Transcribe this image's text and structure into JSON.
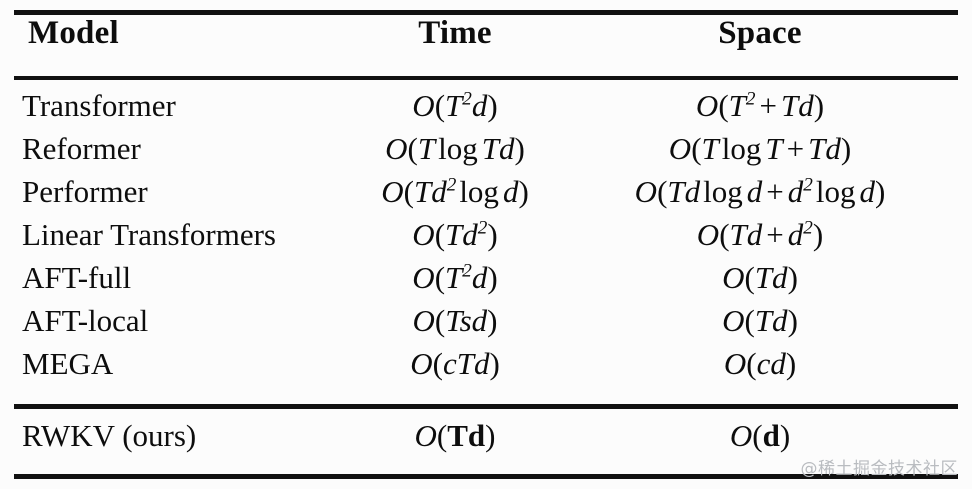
{
  "table": {
    "headers": {
      "model": "Model",
      "time": "Time",
      "space": "Space"
    },
    "rows": [
      {
        "model": "Transformer",
        "time_plain": "O(T^2 d)",
        "space_plain": "O(T^2 + Td)"
      },
      {
        "model": "Reformer",
        "time_plain": "O(T log T d)",
        "space_plain": "O(T log T + Td)"
      },
      {
        "model": "Performer",
        "time_plain": "O(T d^2 log d)",
        "space_plain": "O(Td log d + d^2 log d)"
      },
      {
        "model": "Linear Transformers",
        "time_plain": "O(T d^2)",
        "space_plain": "O(Td + d^2)"
      },
      {
        "model": "AFT-full",
        "time_plain": "O(T^2 d)",
        "space_plain": "O(Td)"
      },
      {
        "model": "AFT-local",
        "time_plain": "O(Tsd)",
        "space_plain": "O(Td)"
      },
      {
        "model": "MEGA",
        "time_plain": "O(cTd)",
        "space_plain": "O(cd)"
      }
    ],
    "highlight_row": {
      "model": "RWKV (ours)",
      "time_plain": "O(Td)",
      "space_plain": "O(d)"
    }
  },
  "watermark": {
    "text": "@稀土掘金技术社区"
  },
  "style": {
    "rule_color": "#111111",
    "background": "#fcfcfc",
    "text_color": "#0d0d0d"
  }
}
